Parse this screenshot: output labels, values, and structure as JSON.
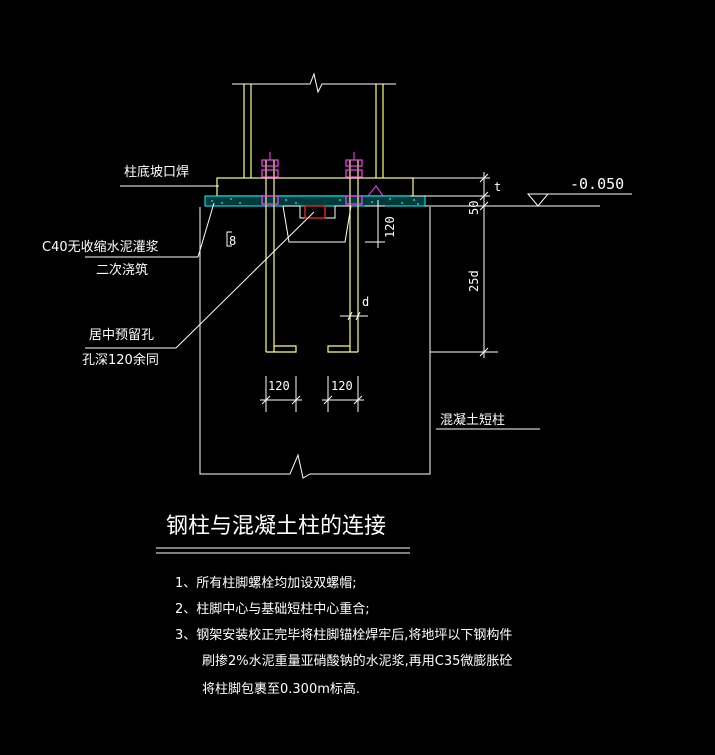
{
  "labels": {
    "weld": "柱底坡口焊",
    "grout_line1": "C40无收缩水泥灌浆",
    "grout_line2": "二次浇筑",
    "hole_line1": "居中预留孔",
    "hole_line2": "孔深120余同",
    "concrete_col": "混凝土短柱",
    "elevation": "-0.050"
  },
  "dims": {
    "t": "t",
    "d50": "50",
    "d25d": "25d",
    "d120_right": "120",
    "d8": "8",
    "d_small": "d",
    "w120_left": "120",
    "w120_right": "120"
  },
  "title": "钢柱与混凝土柱的连接",
  "notes": [
    "1、所有柱脚螺栓均加设双螺帽;",
    "2、柱脚中心与基础短柱中心重合;",
    "3、钢架安装校正完毕将柱脚锚栓焊牢后,将地坪以下钢构件",
    "刷掺2%水泥重量亚硝酸钠的水泥浆,再用C35微膨胀砼",
    "将柱脚包裹至0.300m标高."
  ],
  "colors": {
    "background": "#000000",
    "column": "#ffff80",
    "bolt": "#ff40ff",
    "grout": "#00ffff",
    "hole": "#ff0000",
    "lines": "#ffffff"
  }
}
